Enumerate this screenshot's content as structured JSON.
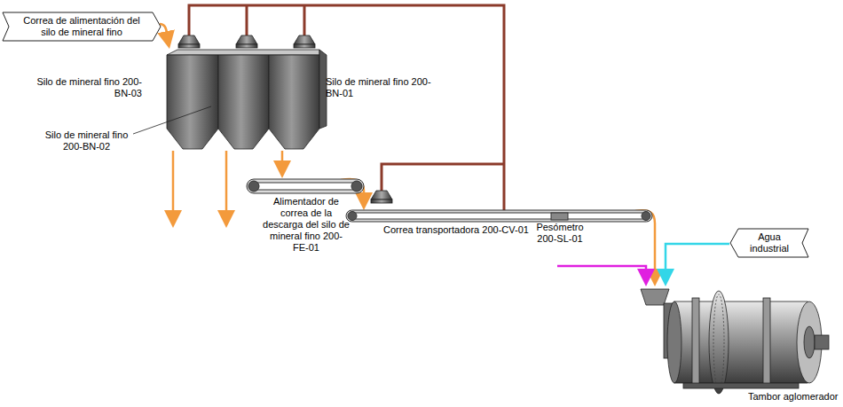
{
  "diagram": {
    "nodes": [
      {
        "text": [
          "Correa de alimentación del silo de mineral fino"
        ]
      },
      {
        "text": [
          "Agua industrial"
        ]
      }
    ],
    "labels": [
      "Silo de mineral fino 200-BN-03",
      "Silo de mineral fino 200-BN-01",
      "Silo de mineral fino 200-BN-02",
      "Alimentador de correa de la descarga del silo de mineral fino 200-FE-01",
      "Correa transportadora 200-CV-01",
      "Pesómetro 200-SL-01",
      "Tambor aglomerador"
    ]
  }
}
